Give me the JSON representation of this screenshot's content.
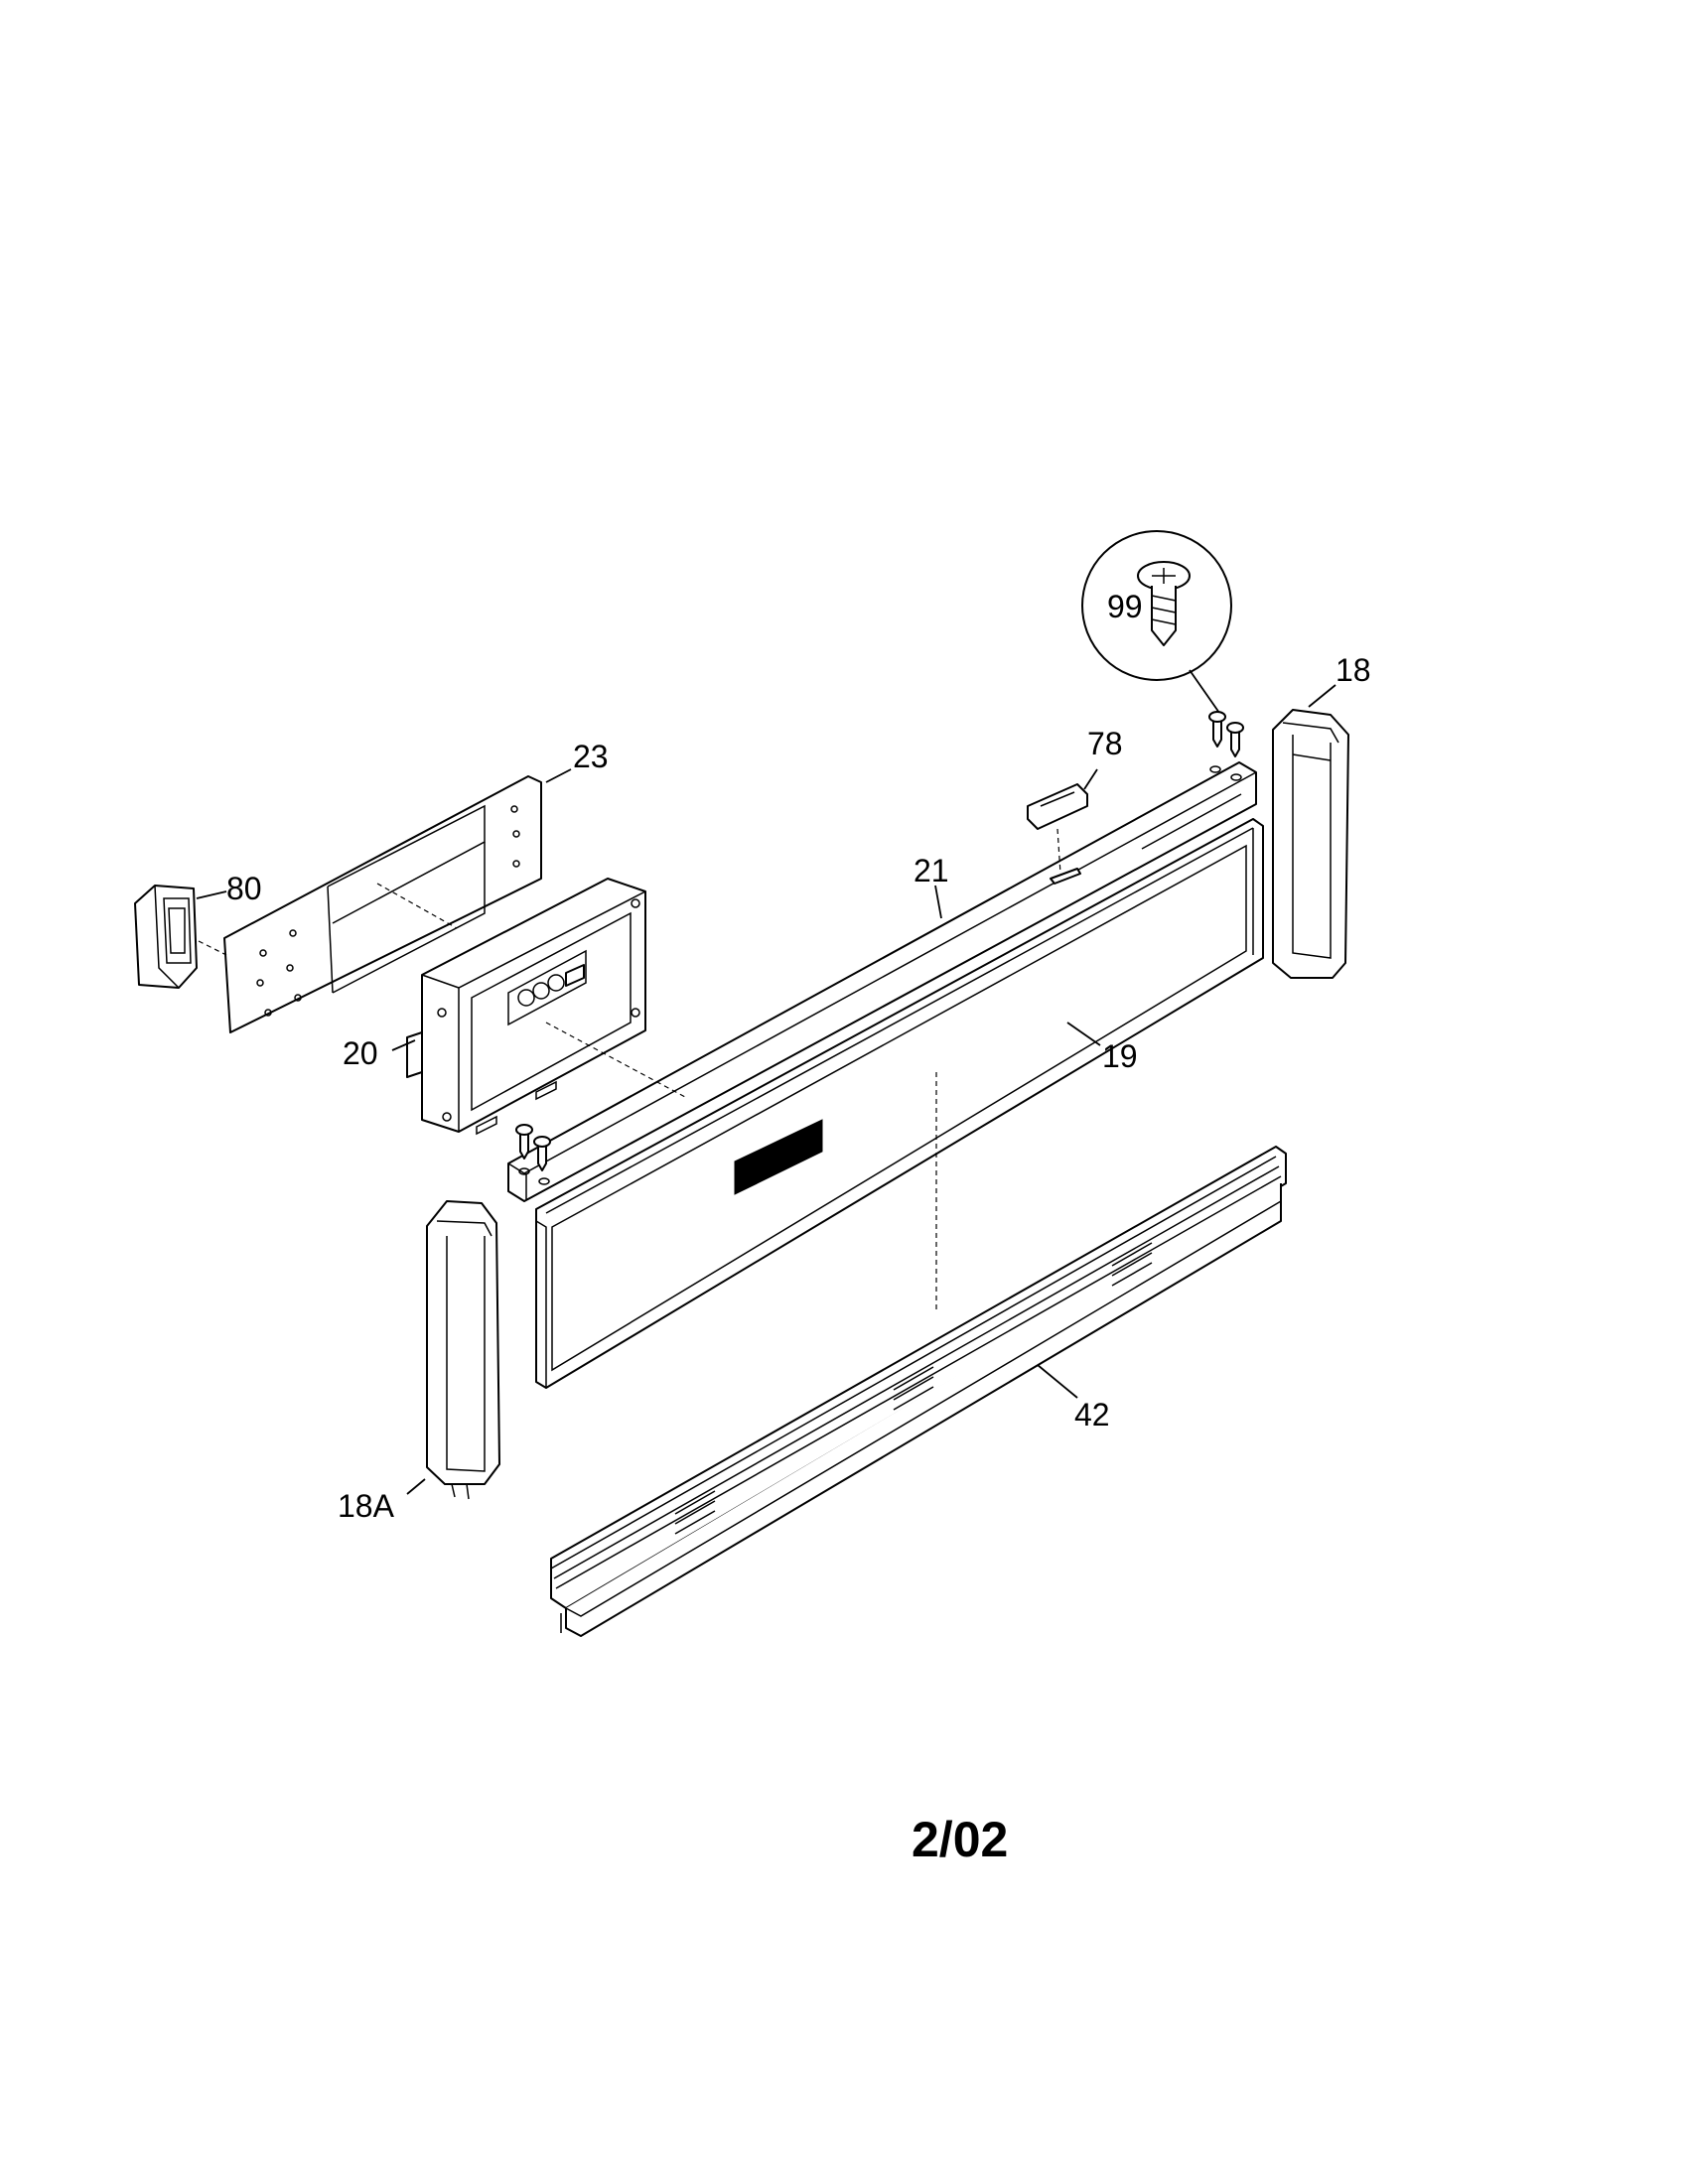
{
  "callouts": {
    "p99": "99",
    "p18": "18",
    "p78": "78",
    "p23": "23",
    "p80": "80",
    "p21": "21",
    "p20": "20",
    "p19": "19",
    "p42": "42",
    "p18a": "18A"
  },
  "footer": {
    "date_code": "2/02"
  }
}
